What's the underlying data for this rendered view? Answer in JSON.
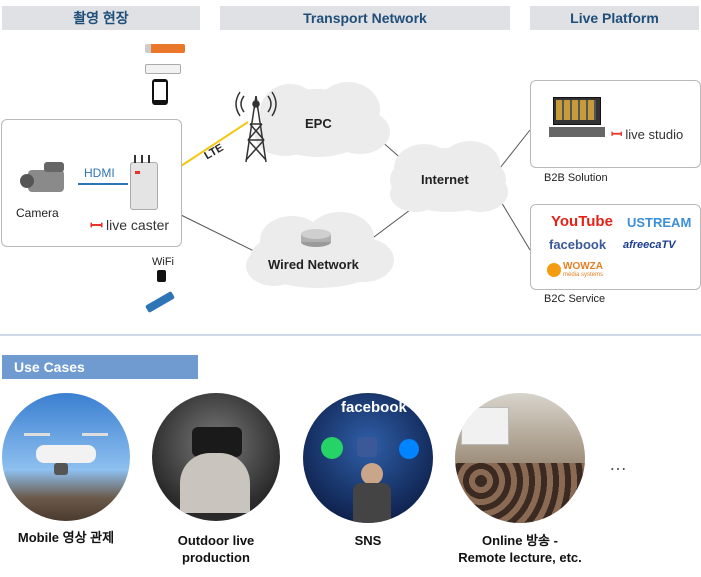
{
  "headers": {
    "site": "촬영 현장",
    "transport": "Transport Network",
    "platform": "Live Platform"
  },
  "site": {
    "camera_label": "Camera",
    "hdmi_label": "HDMI",
    "caster_brand": "live caster",
    "wifi_label": "WiFi"
  },
  "transport": {
    "lte_label": "LTE",
    "epc_label": "EPC",
    "wired_label": "Wired Network",
    "internet_label": "Internet"
  },
  "platform": {
    "studio_brand": "live studio",
    "b2b_label": "B2B Solution",
    "b2c_label": "B2C Service",
    "services": {
      "youtube": "YouTube",
      "ustream": "USTREAM",
      "facebook": "facebook",
      "afreeca": "afreecaTV",
      "wowza": "WOWZA",
      "wowza_sub": "media systems"
    }
  },
  "use_cases": {
    "title": "Use Cases",
    "items": [
      {
        "label_line1": "Mobile 영상 관제",
        "label_line2": ""
      },
      {
        "label_line1": "Outdoor live",
        "label_line2": "production"
      },
      {
        "label_line1": "SNS",
        "label_line2": ""
      },
      {
        "label_line1": "Online 방송 -",
        "label_line2": "Remote lecture, etc."
      }
    ],
    "sns_image_text": "facebook",
    "more": "…"
  },
  "colors": {
    "header_bg": "#dfe1e4",
    "header_text": "#1f4e79",
    "lte_line": "#f2c811",
    "usecase_bar": "#6f9bd1",
    "hdmi_blue": "#2e75b6"
  }
}
